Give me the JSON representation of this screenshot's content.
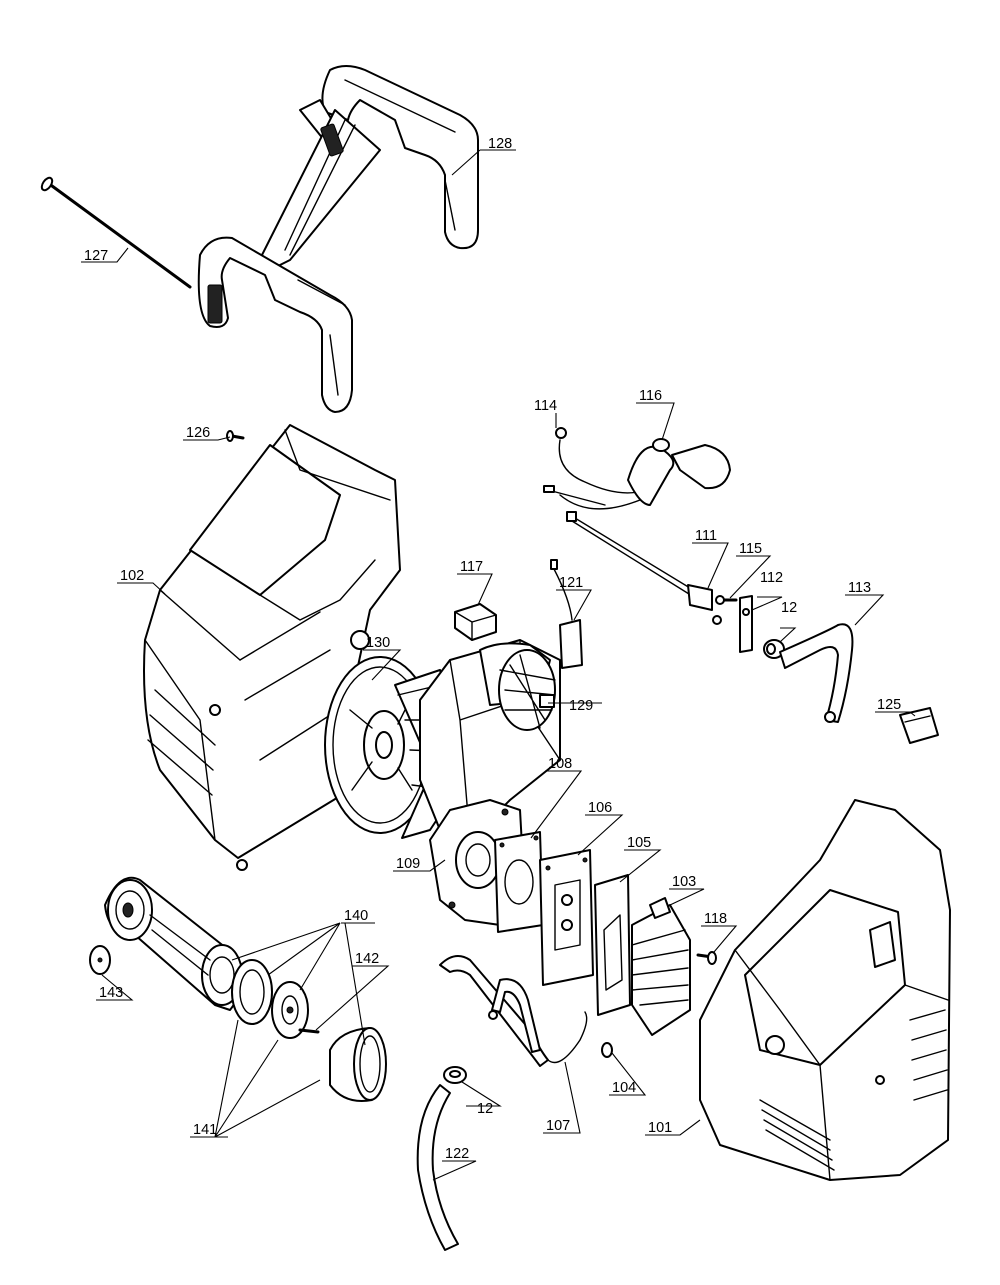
{
  "labels": {
    "p101": "101",
    "p102": "102",
    "p103": "103",
    "p104": "104",
    "p105": "105",
    "p106": "106",
    "p107": "107",
    "p108": "108",
    "p109": "109",
    "p111": "111",
    "p112": "112",
    "p113": "113",
    "p114": "114",
    "p115": "115",
    "p116": "116",
    "p117": "117",
    "p118": "118",
    "p12a": "12",
    "p12b": "12",
    "p121": "121",
    "p122": "122",
    "p125": "125",
    "p126": "126",
    "p127": "127",
    "p128": "128",
    "p129": "129",
    "p130": "130",
    "p140": "140",
    "p141": "141",
    "p142": "142",
    "p143": "143"
  }
}
